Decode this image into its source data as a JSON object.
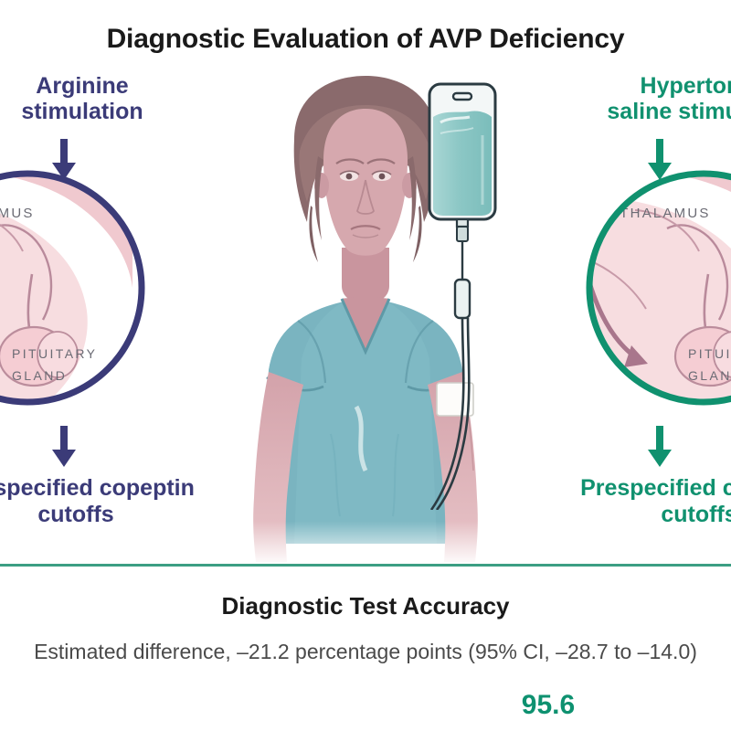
{
  "header": {
    "title": "Diagnostic Evaluation of AVP Deficiency"
  },
  "colors": {
    "navy": "#3b3b78",
    "teal": "#10916f",
    "divider": "#3c9e83",
    "iv_fluid": "#8fc9c6",
    "scrub": "#7fb9c4",
    "skin": "#d5a4ab",
    "brain_pink": "#f3cdd2",
    "background": "#ffffff"
  },
  "left_panel": {
    "stimulation_label": "Arginine\nstimulation",
    "stimulation_label_line1": "Arginine",
    "stimulation_label_line2": "stimulation",
    "arrow_down_top": "arrow-down-icon",
    "arrow_down_bottom": "arrow-down-icon",
    "cutoff_label_line1": "Prespecified copeptin",
    "cutoff_label_line2": "cutoffs",
    "diagram": {
      "hypothalamus_label": "HYPOTHALAMUS",
      "pituitary_label_line1": "PITUITARY",
      "pituitary_label_line2": "GLAND"
    }
  },
  "right_panel": {
    "stimulation_label_line1": "Hypertonic-",
    "stimulation_label_line2": "saline stimulation",
    "arrow_down_top": "arrow-down-icon",
    "arrow_down_bottom": "arrow-down-icon",
    "cutoff_label_line1": "Prespecified copeptin",
    "cutoff_label_line2": "cutoffs",
    "diagram": {
      "hypothalamus_label": "HYPOTHALAMUS",
      "pituitary_label_line1": "PITUITARY",
      "pituitary_label_line2": "GLAND"
    }
  },
  "center": {
    "patient_figure": "patient-illustration",
    "iv_bag": "iv-bag-icon",
    "iv_catheter_dressing": "catheter-dressing"
  },
  "bottom": {
    "section_title": "Diagnostic Test Accuracy",
    "estimate_text": "Estimated difference, –21.2 percentage points (95% CI, –28.7 to –14.0)",
    "accuracy_value": "95.6"
  }
}
